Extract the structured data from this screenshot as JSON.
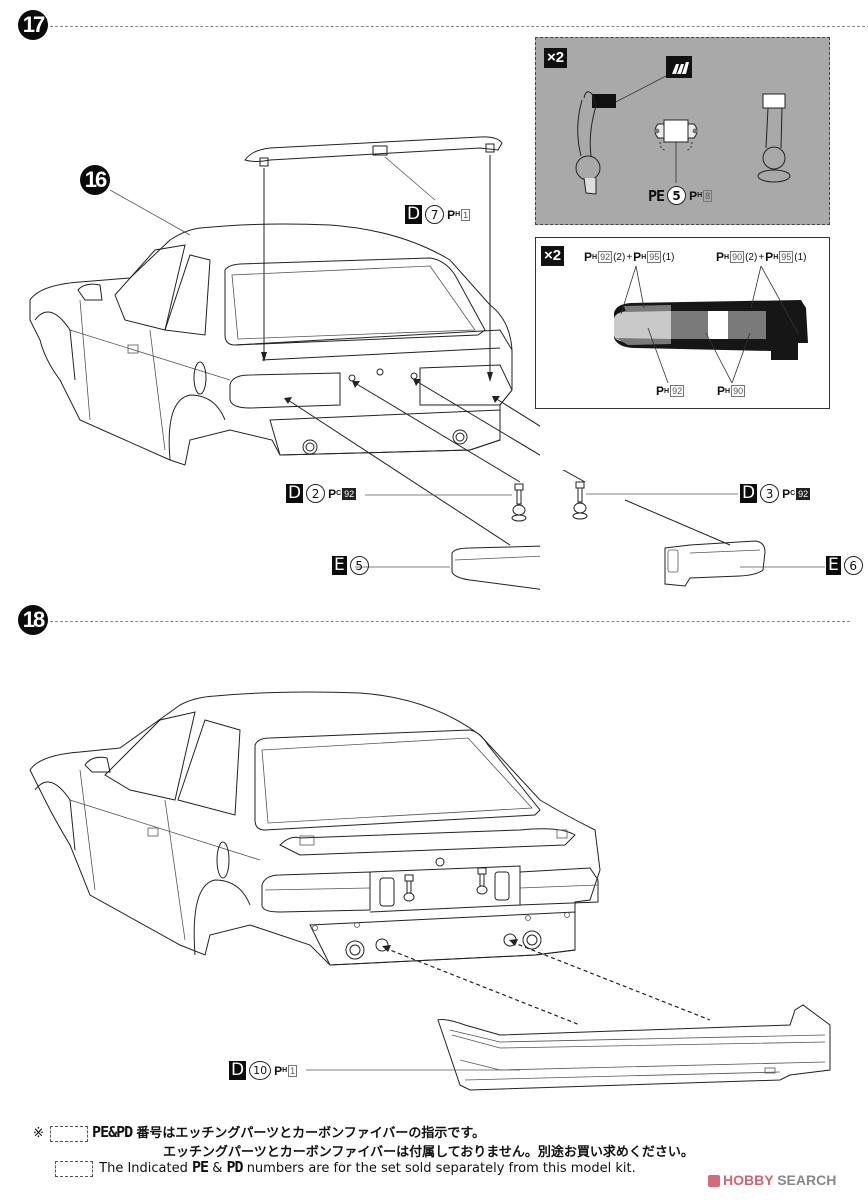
{
  "steps": [
    {
      "number": "17"
    },
    {
      "number": "18"
    }
  ],
  "reference_step": "16",
  "step17": {
    "spoiler_callout": {
      "letter": "D",
      "part": "7",
      "paint_prefix": "P",
      "paint_sub": "H",
      "paint_code": "1"
    },
    "left_stay_callout": {
      "letter": "D",
      "part": "2",
      "paint_prefix": "P",
      "paint_sub": "C",
      "paint_code": "92"
    },
    "right_stay_callout": {
      "letter": "D",
      "part": "3",
      "paint_prefix": "P",
      "paint_sub": "C",
      "paint_code": "92"
    },
    "left_lamp_callout": {
      "letter": "E",
      "part": "5"
    },
    "right_lamp_callout": {
      "letter": "E",
      "part": "6"
    },
    "inset_stay": {
      "multiplier": "×2",
      "pe_label": "PE",
      "pe_part": "5",
      "paint_prefix": "P",
      "paint_sub": "H",
      "paint_code": "8"
    },
    "inset_lamp": {
      "multiplier": "×2",
      "label_left": {
        "a_code": "92",
        "a_qty": "(2)",
        "plus": "+",
        "b_code": "95",
        "b_qty": "(1)"
      },
      "label_right": {
        "a_code": "90",
        "a_qty": "(2)",
        "plus": "+",
        "b_code": "95",
        "b_qty": "(1)"
      },
      "label_bottom_left": "92",
      "label_bottom_right": "90",
      "paint_prefix": "P",
      "paint_sub": "H",
      "colors": {
        "clear": "#c9c9c9",
        "red": "#7a7a7a",
        "smoke": "#161616",
        "white": "#ffffff"
      }
    }
  },
  "step18": {
    "bumper_callout": {
      "letter": "D",
      "part": "10",
      "paint_prefix": "P",
      "paint_sub": "H",
      "paint_code": "1"
    }
  },
  "footnotes": {
    "mark": "※",
    "pe_pd": "PE&PD",
    "jp_line1": "番号はエッチングパーツとカーボンファイバーの指示です。",
    "jp_line2": "エッチングパーツとカーボンファイバーは付属しておりません。別途お買い求めください。",
    "en_prefix": "The Indicated",
    "en_pe": "PE",
    "en_amp": "&",
    "en_pd": "PD",
    "en_suffix": "numbers are for the set sold separately from this model kit."
  },
  "watermark": {
    "brand": "HOBBY",
    "suffix": "SEARCH"
  },
  "colors": {
    "inset_bg": "#a9a9a9",
    "ink": "#111111",
    "watermark": "#d06472"
  }
}
